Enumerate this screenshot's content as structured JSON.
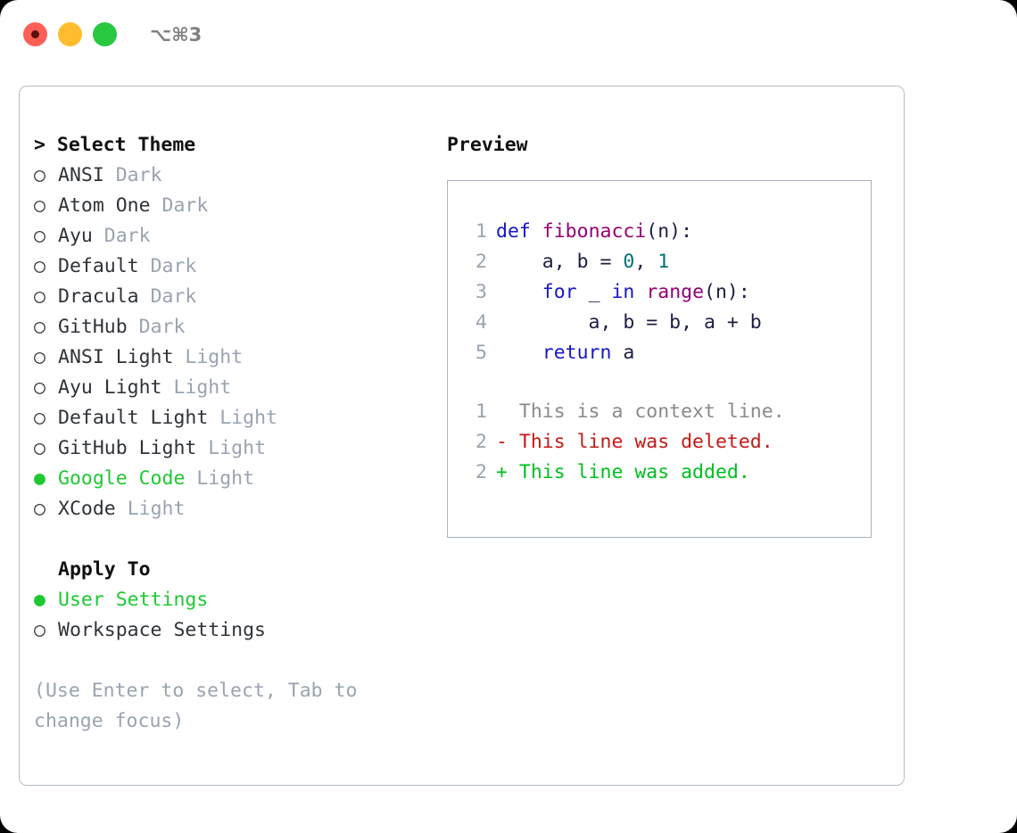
{
  "window": {
    "traffic_lights": [
      "close-red",
      "minimize-yellow",
      "maximize-green"
    ],
    "shortcut": "⌥⌘3",
    "colors": {
      "red": "#ff5f57",
      "yellow": "#ffbd2e",
      "green": "#28c840",
      "panel_border": "#b4bcc8",
      "accent_green": "#1ec832",
      "muted": "#9aa3b0"
    }
  },
  "theme_picker": {
    "title": "> Select Theme",
    "selected_theme": "Google Code",
    "items": [
      {
        "bullet": "○",
        "name": "ANSI",
        "category": "Dark",
        "selected": false
      },
      {
        "bullet": "○",
        "name": "Atom One",
        "category": "Dark",
        "selected": false
      },
      {
        "bullet": "○",
        "name": "Ayu",
        "category": "Dark",
        "selected": false
      },
      {
        "bullet": "○",
        "name": "Default",
        "category": "Dark",
        "selected": false
      },
      {
        "bullet": "○",
        "name": "Dracula",
        "category": "Dark",
        "selected": false
      },
      {
        "bullet": "○",
        "name": "GitHub",
        "category": "Dark",
        "selected": false
      },
      {
        "bullet": "○",
        "name": "ANSI Light",
        "category": "Light",
        "selected": false
      },
      {
        "bullet": "○",
        "name": "Ayu Light",
        "category": "Light",
        "selected": false
      },
      {
        "bullet": "○",
        "name": "Default Light",
        "category": "Light",
        "selected": false
      },
      {
        "bullet": "○",
        "name": "GitHub Light",
        "category": "Light",
        "selected": false
      },
      {
        "bullet": "●",
        "name": "Google Code",
        "category": "Light",
        "selected": true
      },
      {
        "bullet": "○",
        "name": "XCode",
        "category": "Light",
        "selected": false
      }
    ]
  },
  "apply_to": {
    "title": "Apply To",
    "selected": "User Settings",
    "options": [
      {
        "bullet": "●",
        "label": "User Settings",
        "selected": true
      },
      {
        "bullet": "○",
        "label": "Workspace Settings",
        "selected": false
      }
    ]
  },
  "hint": "(Use Enter to select, Tab to change focus)",
  "preview": {
    "title": "Preview",
    "code_lines": [
      {
        "num": "1",
        "tokens": [
          {
            "t": "def",
            "c": "kw"
          },
          {
            "t": " ",
            "c": "txt"
          },
          {
            "t": "fibonacci",
            "c": "fn"
          },
          {
            "t": "(n):",
            "c": "punc"
          }
        ]
      },
      {
        "num": "2",
        "tokens": [
          {
            "t": "    a, b = ",
            "c": "txt"
          },
          {
            "t": "0",
            "c": "num"
          },
          {
            "t": ", ",
            "c": "txt"
          },
          {
            "t": "1",
            "c": "num"
          }
        ]
      },
      {
        "num": "3",
        "tokens": [
          {
            "t": "    ",
            "c": "txt"
          },
          {
            "t": "for",
            "c": "kw"
          },
          {
            "t": " _ ",
            "c": "txt"
          },
          {
            "t": "in",
            "c": "kw"
          },
          {
            "t": " ",
            "c": "txt"
          },
          {
            "t": "range",
            "c": "fn"
          },
          {
            "t": "(n):",
            "c": "punc"
          }
        ]
      },
      {
        "num": "4",
        "tokens": [
          {
            "t": "        a, b = b, a + b",
            "c": "txt"
          }
        ]
      },
      {
        "num": "5",
        "tokens": [
          {
            "t": "    ",
            "c": "txt"
          },
          {
            "t": "return",
            "c": "kw"
          },
          {
            "t": " a",
            "c": "txt"
          }
        ]
      }
    ],
    "diff_lines": [
      {
        "num": "1",
        "marker": "  ",
        "text": "This is a context line.",
        "kind": "ctx"
      },
      {
        "num": "2",
        "marker": "- ",
        "text": "This line was deleted.",
        "kind": "del"
      },
      {
        "num": "2",
        "marker": "+ ",
        "text": "This line was added.",
        "kind": "add"
      }
    ]
  }
}
